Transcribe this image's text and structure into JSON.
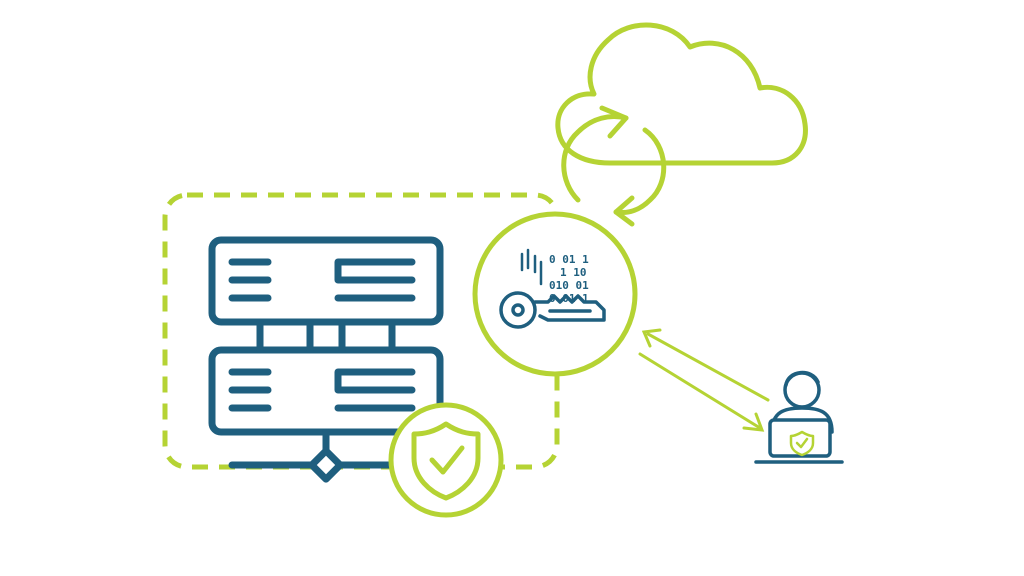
{
  "colors": {
    "navy": "#1f5f7f",
    "green": "#b5d334"
  },
  "encryption": {
    "binary_rows": [
      "0 01 1",
      "1 10",
      "010 01",
      "0 01 1"
    ]
  },
  "icons": {
    "server": "server-rack-icon",
    "cloud": "cloud-sync-icon",
    "key": "encryption-key-icon",
    "shield": "shield-check-icon",
    "user": "user-laptop-icon"
  }
}
